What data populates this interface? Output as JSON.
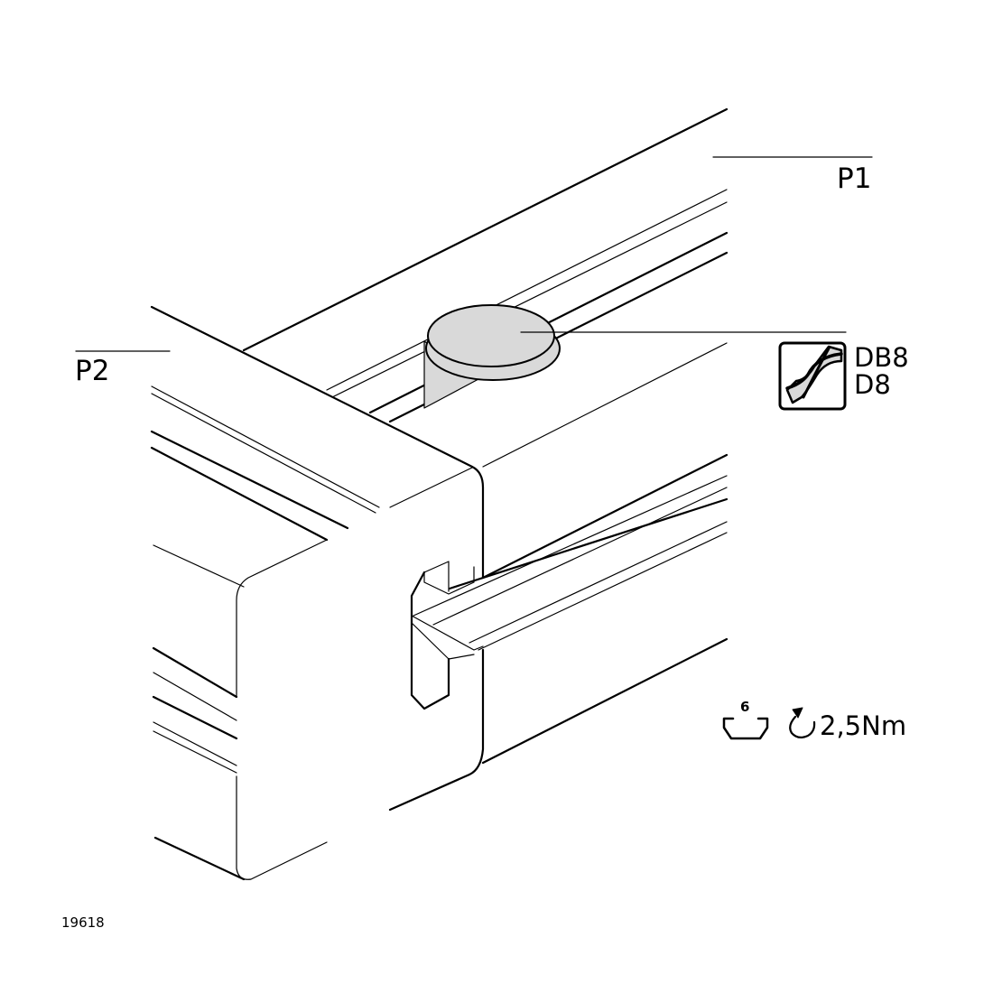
{
  "labels": {
    "part1": "P1",
    "part2": "P2",
    "drill_spec_1": "DB8",
    "drill_spec_2": "D8",
    "wrench_size": "6",
    "torque": "2,5Nm",
    "figure_number": "19618"
  },
  "icons": {
    "drill": "drill-bit-icon",
    "hex_key": "hex-socket-icon",
    "torque": "rotate-clockwise-icon"
  },
  "colors": {
    "line": "#000000",
    "fill_gray": "#d9d9d9"
  }
}
